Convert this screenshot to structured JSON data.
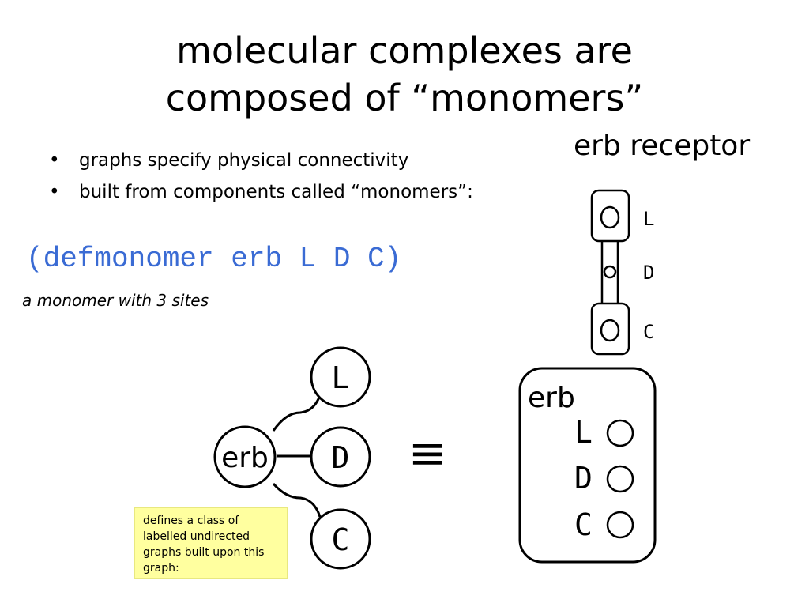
{
  "slide": {
    "title_line1": "molecular complexes are",
    "title_line2": "composed of “monomers”",
    "bullets": [
      "graphs specify physical connectivity",
      "built from components called “monomers”:"
    ],
    "code": "(defmonomer erb L D C)",
    "caption": "a monomer with 3 sites",
    "receptor_title": "erb receptor",
    "note": "defines a class of labelled undirected graphs built upon this graph:"
  },
  "graph": {
    "center_label": "erb",
    "sites": [
      "L",
      "D",
      "C"
    ]
  },
  "equivalence_symbol": "≡",
  "box": {
    "label": "erb",
    "sites": [
      "L",
      "D",
      "C"
    ]
  },
  "receptor": {
    "sites": [
      "L",
      "D",
      "C"
    ]
  },
  "colors": {
    "code": "#3a6bd4",
    "note_background": "#ffff9f"
  }
}
